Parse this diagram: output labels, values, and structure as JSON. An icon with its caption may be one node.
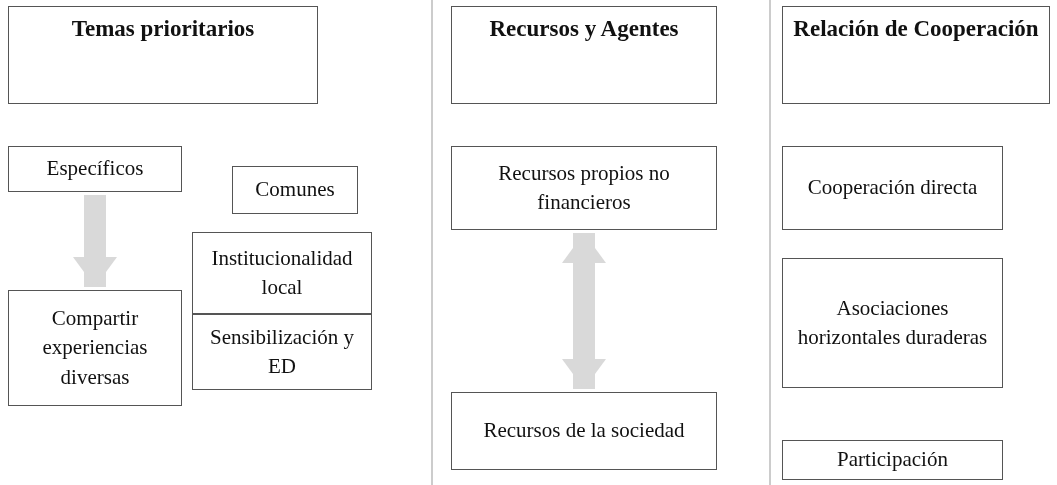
{
  "diagram": {
    "nodes": [
      {
        "text": [
          "Temas prioritarios"
        ]
      },
      {
        "text": [
          "Recursos y Agentes"
        ]
      },
      {
        "text": [
          "Relación de Cooperación"
        ]
      },
      {
        "text": [
          "Específicos"
        ]
      },
      {
        "text": [
          "Comunes"
        ]
      },
      {
        "text": [
          "Compartir experiencias diversas"
        ]
      },
      {
        "text": [
          "Institucionalidad local"
        ]
      },
      {
        "text": [
          "Sensibilización y ED"
        ]
      },
      {
        "text": [
          "Recursos propios no financieros"
        ]
      },
      {
        "text": [
          "Recursos de la sociedad"
        ]
      },
      {
        "text": [
          "Cooperación directa"
        ]
      },
      {
        "text": [
          "Asociaciones horizontales duraderas"
        ]
      },
      {
        "text": [
          "Participación"
        ]
      }
    ],
    "edges": [
      {
        "from": 3,
        "to": 5,
        "arrow": "to"
      },
      {
        "from": 8,
        "to": 9,
        "arrow": "both"
      }
    ]
  }
}
